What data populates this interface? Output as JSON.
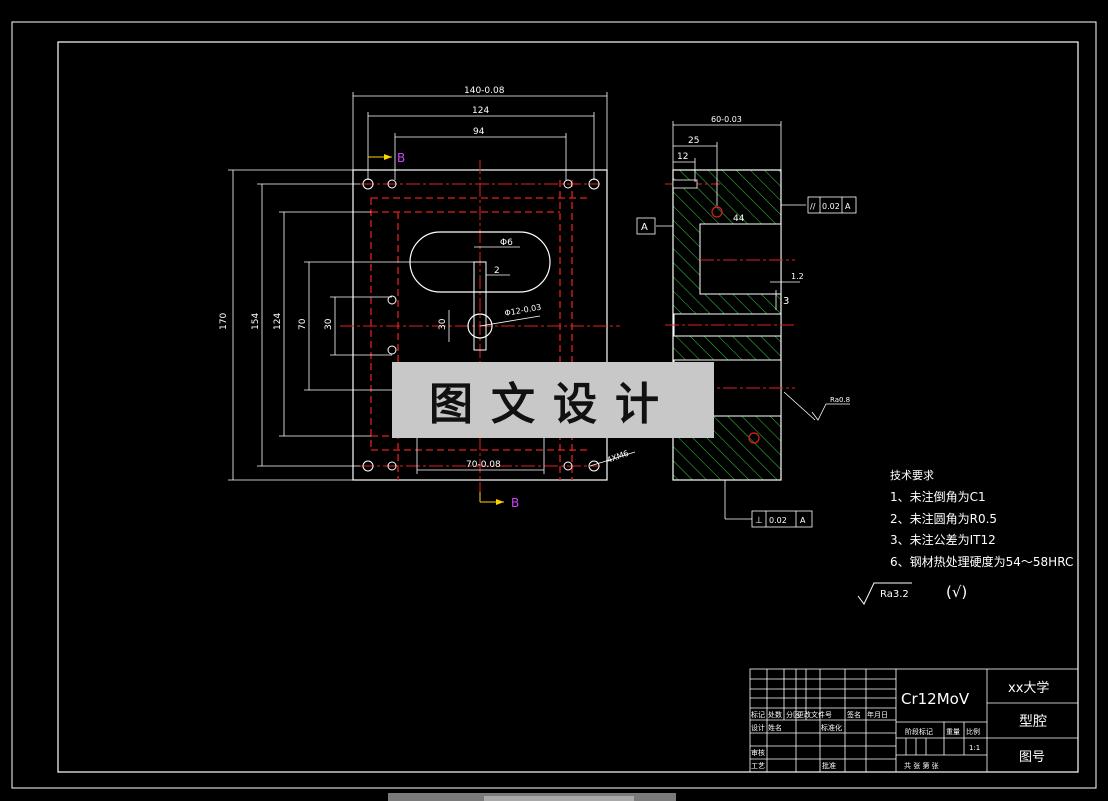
{
  "front_view": {
    "dim_top_overall": "140-0.08",
    "dim_124_top": "124",
    "dim_94": "94",
    "dim_170": "170",
    "dim_154": "154",
    "dim_124_left": "124",
    "dim_70_left": "70",
    "dim_30_left": "30",
    "dim_30_center": "30",
    "dim_phi6": "Φ6",
    "dim_2": "2",
    "dim_phi12": "Φ12-0.03",
    "dim_70_bottom": "70-0.08",
    "dim_4xm6": "4XM6",
    "section_b": "B"
  },
  "side_view": {
    "dim_60": "60-0.03",
    "dim_25": "25",
    "dim_12": "12",
    "dim_44": "44",
    "dim_1_2": "1.2",
    "dim_3": "3",
    "datum_a": "A",
    "gdt_top": {
      "symbol": "//",
      "tol": "0.02",
      "datum": "A"
    },
    "gdt_bottom": {
      "symbol": "⊥",
      "tol": "0.02",
      "datum": "A"
    },
    "roughness_side": "Ra0.8"
  },
  "notes": {
    "title": "技术要求",
    "items": [
      "1、未注倒角为C1",
      "2、未注圆角为R0.5",
      "3、未注公差为IT12",
      "6、钢材热处理硬度为54～58HRC"
    ],
    "roughness_general": "Ra3.2",
    "roughness_other": "(√)"
  },
  "watermark": "图文设计",
  "title_block": {
    "material": "Cr12MoV",
    "school": "xx大学",
    "part_name": "型腔",
    "drawing_no_label": "图号",
    "headers": [
      "标记",
      "处数",
      "分区",
      "更改文件号",
      "签名",
      "年月日"
    ],
    "row_design": [
      "设计",
      "姓名",
      "标准化"
    ],
    "stage_labels": [
      "阶段标记",
      "重量",
      "比例"
    ],
    "scale": "1:1",
    "row_review": "审核",
    "row_process": "工艺",
    "row_approve": "批准",
    "sheet_labels": "共  张 第  张"
  }
}
